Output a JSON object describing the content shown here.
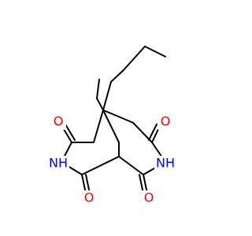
{
  "molecule": {
    "atoms": [
      {
        "id": "O1",
        "element": "O",
        "label": "O",
        "color": "#ff0000"
      },
      {
        "id": "O2",
        "element": "O",
        "label": "O",
        "color": "#ff0000"
      },
      {
        "id": "O3",
        "element": "O",
        "label": "O",
        "color": "#ff0000"
      },
      {
        "id": "O4",
        "element": "O",
        "label": "O",
        "color": "#ff0000"
      },
      {
        "id": "N1",
        "element": "N",
        "label": "NH",
        "color": "#0000ff"
      },
      {
        "id": "N2",
        "element": "N",
        "label": "NH",
        "color": "#0000ff"
      }
    ],
    "bond_color": "#000000",
    "background": "#ffffff"
  }
}
